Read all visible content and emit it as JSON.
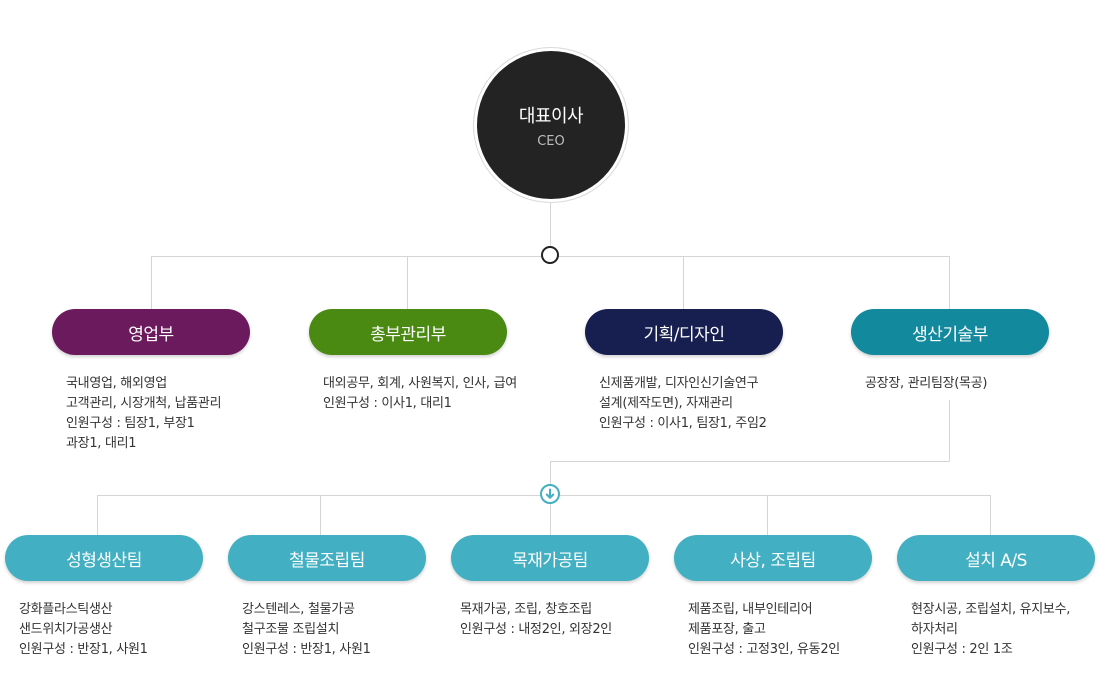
{
  "ceo": {
    "title": "대표이사",
    "subtitle": "CEO"
  },
  "departments": [
    {
      "name": "영업부",
      "color": "#6c1a5e",
      "lines": [
        "국내영업, 해외영업",
        "고객관리, 시장개척, 납품관리",
        "인원구성 : 팀장1, 부장1",
        "과장1, 대리1"
      ]
    },
    {
      "name": "총부관리부",
      "color": "#4a8a12",
      "lines": [
        "대외공무, 회계, 사원복지, 인사, 급여",
        "인원구성 : 이사1, 대리1"
      ]
    },
    {
      "name": "기획/디자인",
      "color": "#161f4f",
      "lines": [
        "신제품개발, 디자인신기술연구",
        "설계(제작도면), 자재관리",
        "인원구성 : 이사1, 팀장1, 주임2"
      ]
    },
    {
      "name": "생산기술부",
      "color": "#13899d",
      "lines": [
        "공장장, 관리팀장(목공)"
      ]
    }
  ],
  "teams": [
    {
      "name": "성형생산팀",
      "color": "#42afc2",
      "lines": [
        "강화플라스틱생산",
        "샌드위치가공생산",
        "인원구성 : 반장1, 사원1"
      ]
    },
    {
      "name": "철물조립팀",
      "color": "#42afc2",
      "lines": [
        "강스텐레스, 철물가공",
        "철구조물 조립설치",
        "인원구성 : 반장1, 사원1"
      ]
    },
    {
      "name": "목재가공팀",
      "color": "#42afc2",
      "lines": [
        "목재가공, 조립, 창호조립",
        "인원구성 : 내정2인, 외장2인"
      ]
    },
    {
      "name": "사상, 조립팀",
      "color": "#42afc2",
      "lines": [
        "제품조립, 내부인테리어",
        "제품포장, 출고",
        "인원구성 : 고정3인, 유동2인"
      ]
    },
    {
      "name": "설치 A/S",
      "color": "#42afc2",
      "lines": [
        "현장시공, 조립설치, 유지보수,",
        "하자처리",
        "인원구성 : 2인 1조"
      ]
    }
  ],
  "colors": {
    "connector": "#d5d5d5",
    "junction_border": "#222222",
    "arrow": "#42afc2"
  },
  "icons": {
    "junction": "circle-node-icon",
    "down_arrow": "arrow-down-circle-icon"
  }
}
